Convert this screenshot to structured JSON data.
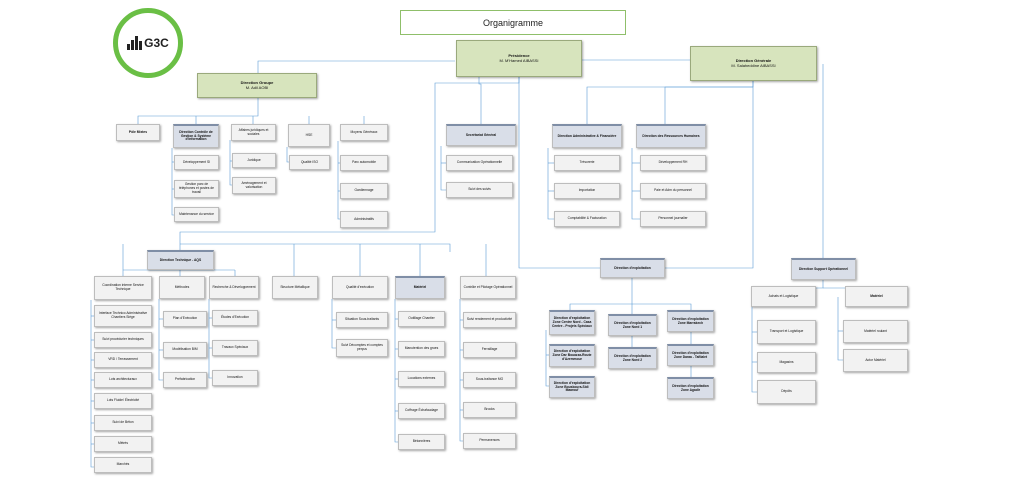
{
  "title": "Organigramme",
  "logo": {
    "text": "G3C",
    "ring_color": "#6abf45"
  },
  "top": {
    "presidence": {
      "title": "Présidence",
      "name": "M. M'Hamed AIBASSI"
    },
    "direction_generale": {
      "title": "Direction Générale",
      "name": "M. Salaheddine AIBASSI"
    },
    "direction_groupe": {
      "title": "Direction Groupe",
      "name": "M. Adil AOBI"
    }
  },
  "groupe_row": {
    "pole_mixtes": "Pôle Mixtes",
    "controle": {
      "header": "Direction Contrôle de Gestion & Système d'Information",
      "items": [
        "Développement SI",
        "Gestion parc de téléphones et postes de travail",
        "Maintenance du service"
      ]
    },
    "affaires": {
      "header": "Affaires juridiques et sociales",
      "items": [
        "Juridique",
        "Aménagement et valorisation"
      ]
    },
    "hse": {
      "header": "HSE",
      "items": [
        "Qualité ISO"
      ]
    },
    "moyens": {
      "header": "Moyens Généraux",
      "items": [
        "Parc automobile",
        "Gardiennage",
        "Administratifs"
      ]
    }
  },
  "secretariat": {
    "header": "Secrétariat Général",
    "items": [
      "Communication Opérationnelle",
      "Suivi des suivis"
    ]
  },
  "daf": {
    "header": "Direction Administrative & Financière",
    "items": [
      "Trésorerie",
      "Importation",
      "Comptabilité & Facturation"
    ]
  },
  "drh": {
    "header": "Direction des Ressources Humaines",
    "items": [
      "Développement RH",
      "Paie et Adm du personnel",
      "Personnel journalier"
    ]
  },
  "technique": {
    "header": "Direction Technique - AQS",
    "col1": [
      "Coordination interne Service Technique",
      "Interface Technico Administrative Chantiers Siège",
      "Suivi procédurier techniques",
      "VRD / Terrassement",
      "Lots architecturaux",
      "Lots Fluide/ Électricité",
      "Suivi de Béton",
      "Métrés",
      "Marchés"
    ],
    "col2": {
      "header": "Méthodes",
      "items": [
        "Plan d'Exécution",
        "Modélisation BIM",
        "Préfabrication"
      ]
    },
    "col3": {
      "header": "Recherche & Développement",
      "items": [
        "Études d'Exécution",
        "Travaux Spéciaux",
        "Innovation"
      ]
    },
    "structure": "Structure Métallique",
    "qualite": {
      "header": "Qualité d'exécution",
      "items": [
        "Situation Sous-traitants",
        "Suivi Décomptes et comptes perçus"
      ]
    },
    "materiel": {
      "header": "Matériel",
      "items": [
        "Outillage Chantier",
        "Manutention des grues",
        "Locations externes",
        "Coffrage Échafaudage",
        "Bétonnières"
      ]
    },
    "controle_pil": {
      "header": "Contrôle et Pilotage Opérationnel",
      "items": [
        "Suivi rendement et productivité",
        "Ferraillage",
        "Sous-traitance MO",
        "Brooks",
        "Permanences"
      ]
    }
  },
  "exploitation": {
    "header": "Direction d'exploitation",
    "left": [
      "Direction d'exploitation Zone Centre Nord - Casa Centre - Projets Spéciaux",
      "Direction d'exploitation Zone Dar Bouazza-Route d'Azemmour",
      "Direction d'exploitation Zone Bouskoura-Sidi Maarouf"
    ],
    "mid": [
      "Direction d'exploitation Zone Nord 1",
      "Direction d'exploitation Zone Nord 2"
    ],
    "right": [
      "Direction d'exploitation Zone Marrakech",
      "Direction d'exploitation Zone Daraa - Tafilalet",
      "Direction d'exploitation Zone Agadir"
    ]
  },
  "support": {
    "header": "Direction Support Opérationnel",
    "achats": {
      "header": "Achats et Logistique",
      "items": [
        "Transport et Logistique",
        "Magasins",
        "Dépôts"
      ]
    },
    "materiel": {
      "header": "Matériel",
      "items": [
        "Matériel roulant",
        "Actor Matériel"
      ]
    }
  }
}
